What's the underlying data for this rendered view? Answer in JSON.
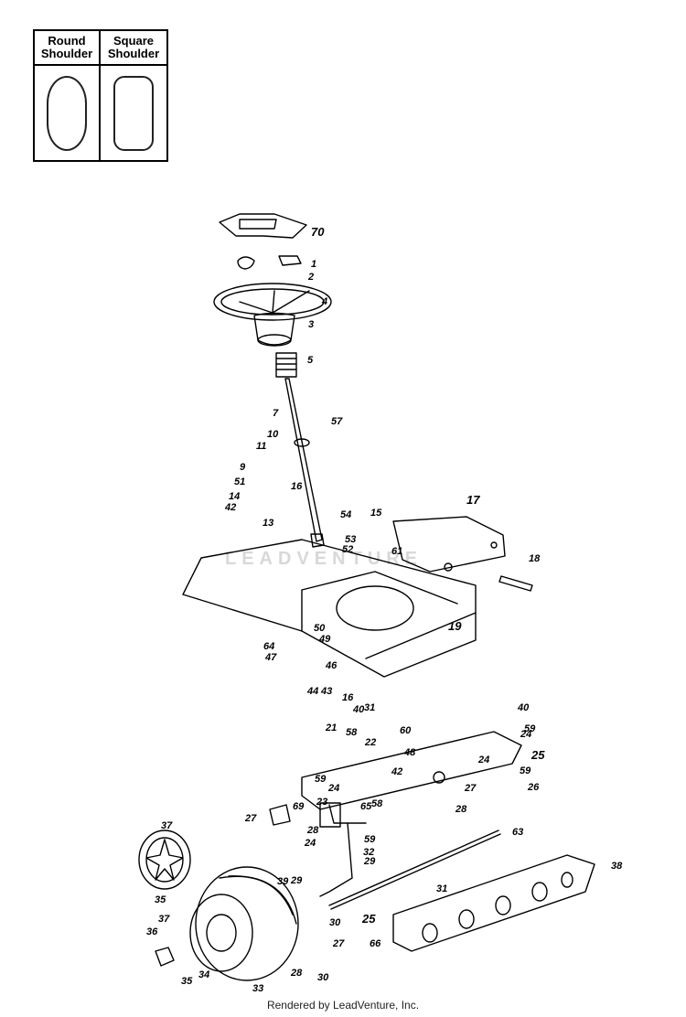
{
  "legend": {
    "round_label": "Round\nShoulder",
    "square_label": "Square\nShoulder"
  },
  "watermark_text": "LEADVENTURE",
  "footer_text": "Rendered by LeadVenture, Inc.",
  "callouts": [
    "70",
    "1",
    "2",
    "4",
    "3",
    "5",
    "57",
    "7",
    "10",
    "11",
    "9",
    "51",
    "16",
    "14",
    "42",
    "13",
    "54",
    "53",
    "52",
    "15",
    "61",
    "17",
    "18",
    "19",
    "50",
    "49",
    "64",
    "47",
    "46",
    "44",
    "43",
    "16",
    "31",
    "40",
    "21",
    "58",
    "22",
    "60",
    "48",
    "42",
    "40",
    "59",
    "24",
    "25",
    "24",
    "59",
    "26",
    "27",
    "28",
    "59",
    "24",
    "23",
    "58",
    "65",
    "69",
    "27",
    "28",
    "24",
    "59",
    "32",
    "29",
    "63",
    "37",
    "35",
    "39",
    "29",
    "30",
    "31",
    "25",
    "38",
    "37",
    "36",
    "35",
    "34",
    "33",
    "28",
    "27",
    "66",
    "30"
  ]
}
